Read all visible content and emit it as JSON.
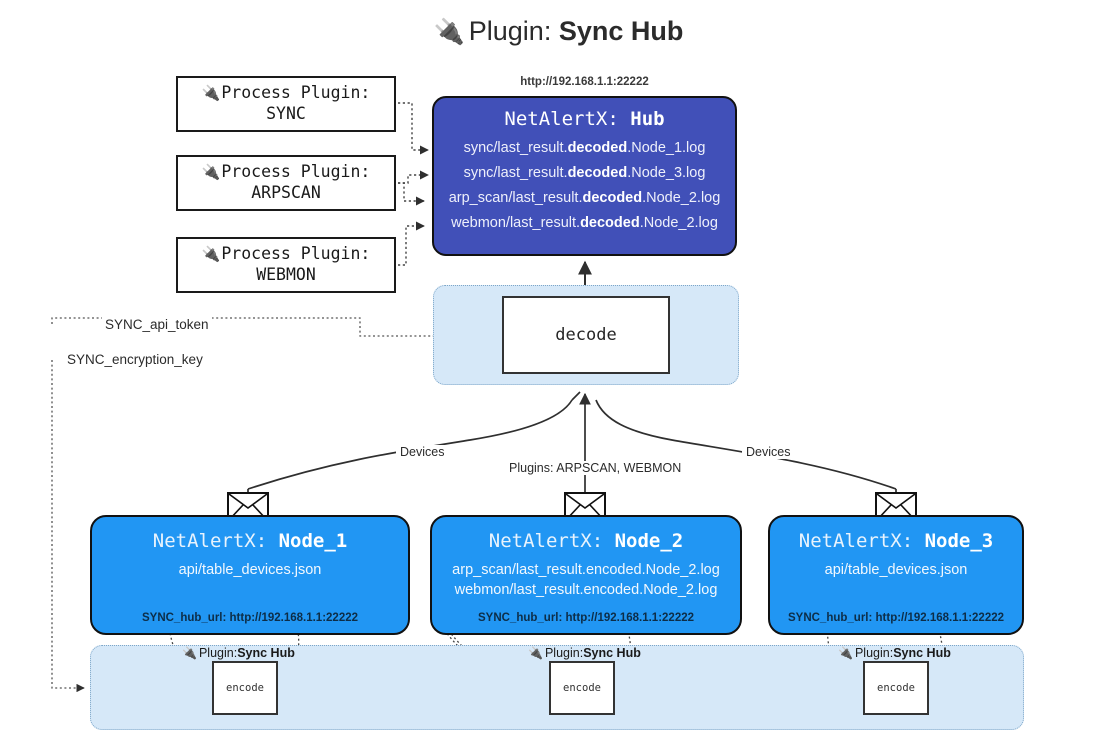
{
  "title": {
    "icon": "plug-icon",
    "prefix": "Plugin: ",
    "name": "Sync Hub"
  },
  "process_plugins": [
    {
      "line1": "Process Plugin:",
      "line2": "SYNC",
      "icon": "plug-icon"
    },
    {
      "line1": "Process Plugin:",
      "line2": "ARPSCAN",
      "icon": "plug-icon"
    },
    {
      "line1": "Process Plugin:",
      "line2": "WEBMON",
      "icon": "plug-icon"
    }
  ],
  "hub": {
    "url": "http://192.168.1.1:22222",
    "title_prefix": "NetAlertX: ",
    "title_name": "Hub",
    "logs": [
      {
        "pre": "sync/last_result.",
        "em": "decoded",
        "post": ".Node_1.log"
      },
      {
        "pre": "sync/last_result.",
        "em": "decoded",
        "post": ".Node_3.log"
      },
      {
        "pre": "arp_scan/last_result.",
        "em": "decoded",
        "post": ".Node_2.log"
      },
      {
        "pre": "webmon/last_result.",
        "em": "decoded",
        "post": ".Node_2.log"
      }
    ]
  },
  "decode": {
    "label": "decode"
  },
  "keys": {
    "api_token": "SYNC_api_token",
    "encryption_key": "SYNC_encryption_key"
  },
  "edge_labels": {
    "devices_left": "Devices",
    "plugins_mid": "Plugins: ARPSCAN, WEBMON",
    "devices_right": "Devices"
  },
  "nodes": [
    {
      "title_prefix": "NetAlertX: ",
      "title_name": "Node_1",
      "lines": [
        "api/table_devices.json"
      ],
      "footer": "SYNC_hub_url: http://192.168.1.1:22222",
      "envelope_icon": "envelope-icon"
    },
    {
      "title_prefix": "NetAlertX: ",
      "title_name": "Node_2",
      "lines": [
        "arp_scan/last_result.encoded.Node_2.log",
        "webmon/last_result.encoded.Node_2.log"
      ],
      "footer": "SYNC_hub_url: http://192.168.1.1:22222",
      "envelope_icon": "envelope-icon"
    },
    {
      "title_prefix": "NetAlertX: ",
      "title_name": "Node_3",
      "lines": [
        "api/table_devices.json"
      ],
      "footer": "SYNC_hub_url: http://192.168.1.1:22222",
      "envelope_icon": "envelope-icon"
    }
  ],
  "plugin_tags": [
    {
      "icon": "plug-icon",
      "prefix": "Plugin: ",
      "name": "Sync Hub"
    },
    {
      "icon": "plug-icon",
      "prefix": "Plugin: ",
      "name": "Sync Hub"
    },
    {
      "icon": "plug-icon",
      "prefix": "Plugin: ",
      "name": "Sync Hub"
    }
  ],
  "encode_boxes": [
    {
      "label": "encode"
    },
    {
      "label": "encode"
    },
    {
      "label": "encode"
    }
  ],
  "colors": {
    "hub_fill": "#4150b8",
    "node_fill": "#2196f3",
    "cluster_fill": "#d6e8f8",
    "cluster_border": "#7da6c8",
    "stroke": "#111111",
    "background": "#ffffff"
  }
}
